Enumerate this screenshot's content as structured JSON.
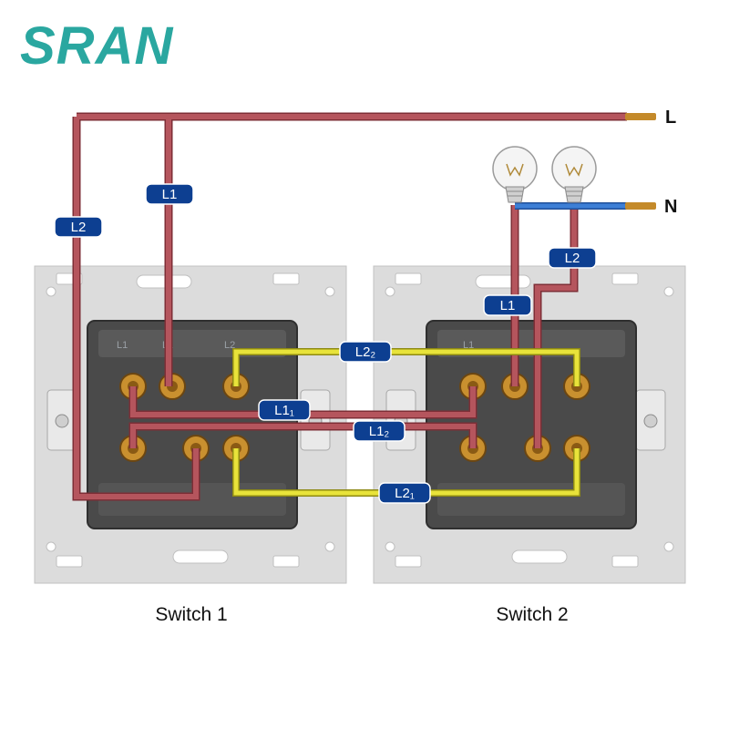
{
  "brand": {
    "name": "SRAN",
    "color": "#2aa7a0"
  },
  "terminals": {
    "line": "L",
    "neutral": "N"
  },
  "tags": {
    "switch1_L1": "L1",
    "switch1_L2": "L2",
    "lamp_L2": "L2",
    "switch2_L1": "L1",
    "bridge_L22": "L2₂",
    "bridge_L11": "L1₁",
    "bridge_L12": "L1₂",
    "bridge_L21": "L2₁"
  },
  "captions": {
    "switch1": "Switch 1",
    "switch2": "Switch 2"
  },
  "port_labels": {
    "l1": "L1",
    "l1b": "L1",
    "l2": "L2",
    "l1_2": "L1"
  },
  "colors": {
    "live_wire": "#b5555d",
    "live_wire_edge": "#7e2e36",
    "bridge_wire": "#e8e33a",
    "bridge_wire_edge": "#8e8a14",
    "neutral_wire": "#3d7fd6",
    "tag_fill": "#0d3f91",
    "frame": "#dcdcdc",
    "body": "#4a4a4a",
    "screw": "#c9902f"
  },
  "icons": {
    "lamp": "light-bulb-icon",
    "screw": "terminal-screw-icon"
  }
}
